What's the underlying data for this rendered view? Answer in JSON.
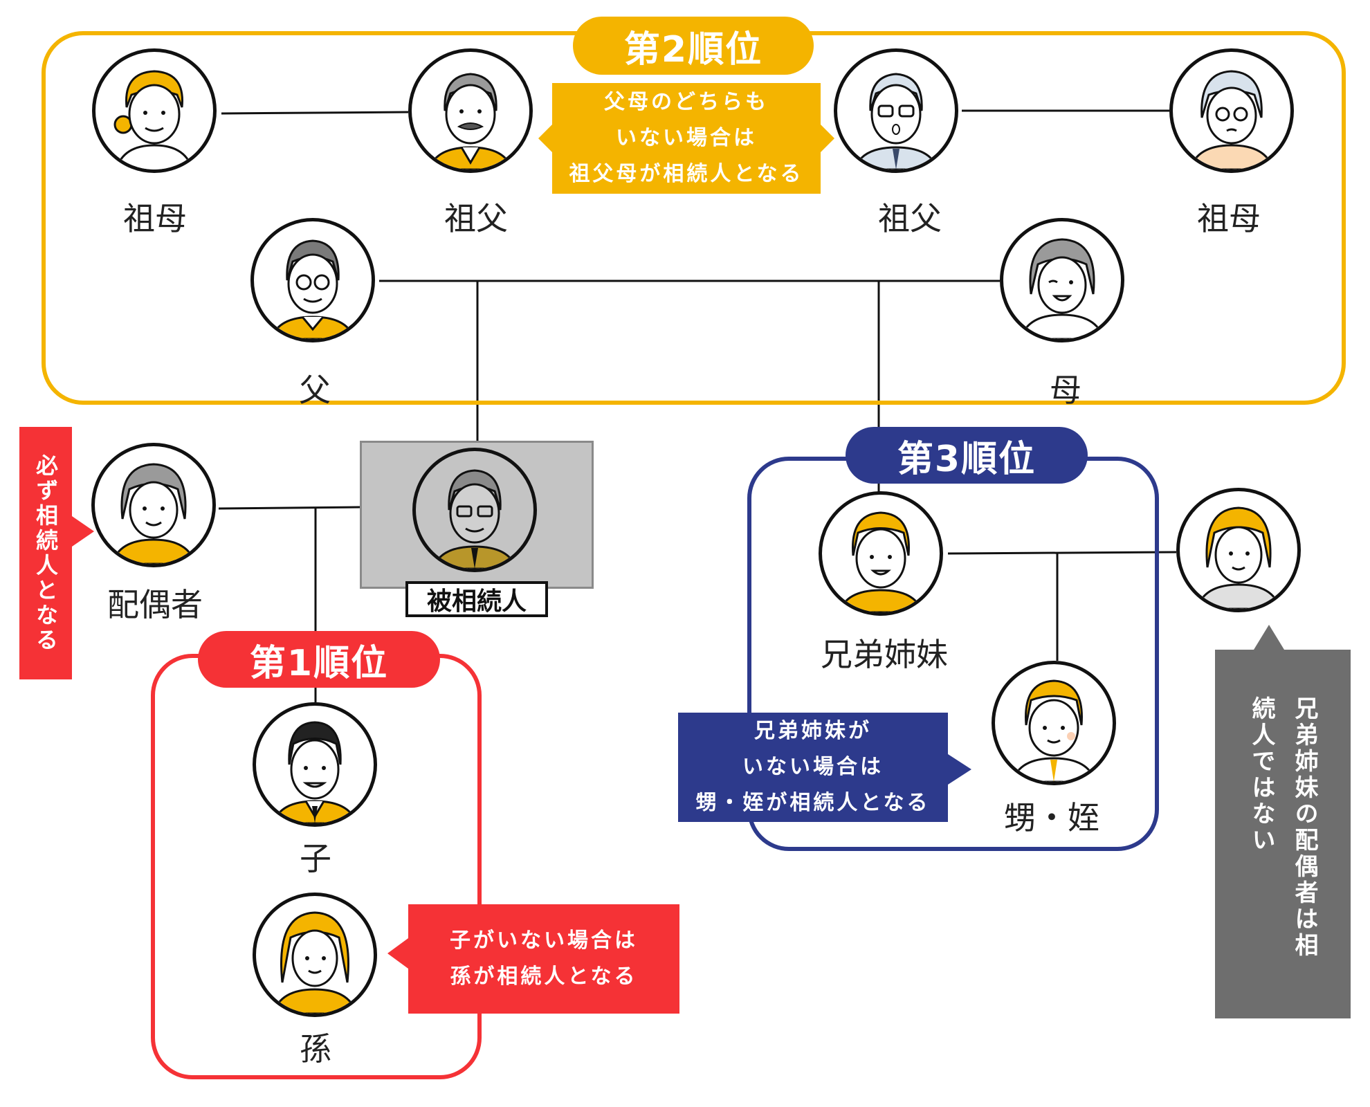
{
  "colors": {
    "second": "#f4b400",
    "third": "#2d3a8c",
    "first": "#f53236",
    "note": "#6e6e6e",
    "deceased_bg": "#c4c4c4"
  },
  "groups": {
    "second": {
      "badge": "第2順位",
      "note": "父母のどちらも\nいない場合は\n祖父母が相続人となる"
    },
    "third": {
      "badge": "第3順位",
      "note": "兄弟姉妹が\nいない場合は\n甥・姪が相続人となる"
    },
    "first": {
      "badge": "第1順位",
      "note": "子がいない場合は\n孫が相続人となる"
    }
  },
  "people": {
    "grandmother_paternal": "祖母",
    "grandfather_paternal": "祖父",
    "grandfather_maternal": "祖父",
    "grandmother_maternal": "祖母",
    "father": "父",
    "mother": "母",
    "spouse": "配偶者",
    "deceased": "被相続人",
    "sibling": "兄弟姉妹",
    "nephew_niece": "甥・姪",
    "child": "子",
    "grandchild": "孫"
  },
  "side_notes": {
    "spouse_note": "必ず相続人となる",
    "sibling_spouse_note": "兄弟姉妹の配偶者は相続人ではない"
  },
  "icons": {
    "grandmother_paternal": "elderly-woman-icon",
    "grandfather_paternal": "elderly-man-mustache-icon",
    "grandfather_maternal": "elderly-man-glasses-icon",
    "grandmother_maternal": "elderly-woman-glasses-icon",
    "father": "man-glasses-icon",
    "mother": "woman-grey-hair-icon",
    "spouse": "woman-icon",
    "deceased": "man-suit-glasses-icon",
    "sibling": "young-man-icon",
    "sibling_spouse": "young-woman-icon",
    "nephew_niece": "boy-icon",
    "child": "man-suit-icon",
    "grandchild": "girl-icon"
  }
}
